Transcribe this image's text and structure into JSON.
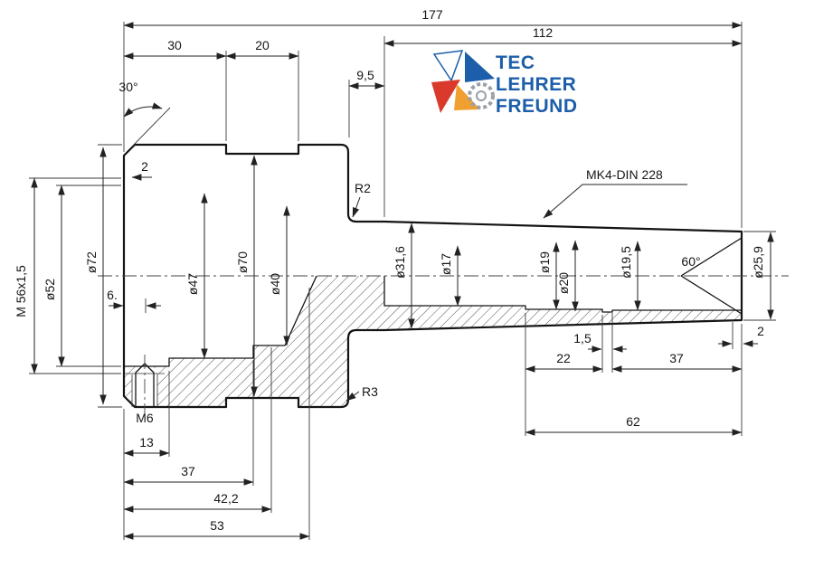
{
  "logo": {
    "line1": "TEC",
    "line2": "LEHRER",
    "line3": "FREUND",
    "blue": "#1c5ea9",
    "red": "#d93a2b",
    "orange": "#f0a030"
  },
  "labels": {
    "len_total": "177",
    "len_30": "30",
    "len_20": "20",
    "len_112": "112",
    "len_9_5": "9,5",
    "ang_30": "30°",
    "chamfer_2": "2",
    "rad_r2": "R2",
    "taper_spec": "MK4-DIN 228",
    "dia_72": "ø72",
    "dia_52": "ø52",
    "thread_m56": "M 56x1,5",
    "dia_47": "ø47",
    "dia_70": "ø70",
    "dia_40": "ø40",
    "dia_31_6": "ø31,6",
    "dia_17": "ø17",
    "dia_19": "ø19",
    "dia_20": "ø20",
    "dia_19_5": "ø19,5",
    "ang_60": "60°",
    "dia_25_9": "ø25,9",
    "depth_6": "6.",
    "groove_1_5": "1,5",
    "chamfer_end_2": "2",
    "len_22": "22",
    "len_37_right": "37",
    "len_62": "62",
    "thread_m6": "M6",
    "len_13": "13",
    "len_37_left": "37",
    "len_42_2": "42,2",
    "len_53": "53",
    "rad_r3": "R3"
  }
}
